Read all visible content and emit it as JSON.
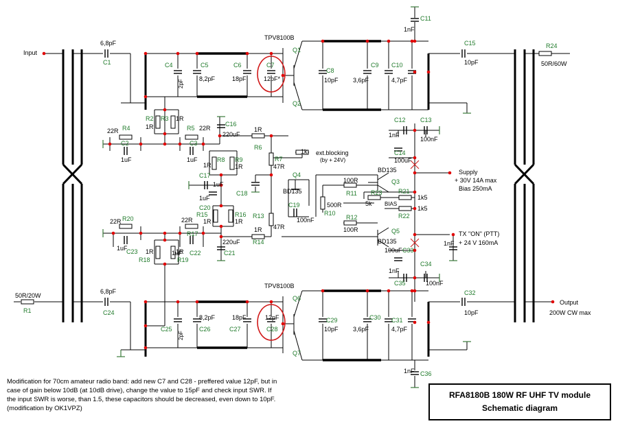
{
  "io": {
    "input": "Input",
    "output": "Output",
    "output_rating": "200W CW max",
    "supply": "Supply",
    "supply_spec1": "+ 30V 14A max",
    "supply_spec2": "Bias 250mA",
    "tx_on": "TX \"ON\" (PTT)",
    "tx_spec": "+ 24 V 160mA",
    "ext_blocking": "ext.blocking",
    "ext_blocking_spec": "(by + 24V)",
    "bias": "BIAS"
  },
  "transistors": {
    "top_part": "TPV8100B",
    "bottom_part": "TPV8100B",
    "q1": "Q1",
    "q2": "Q2",
    "q3": "Q3",
    "q4": "Q4",
    "q5": "Q5",
    "q6": "Q6",
    "q7": "Q7",
    "bd_top": "BD135",
    "bd_mid": "BD135",
    "bd_bot": "BD135"
  },
  "components": {
    "c1": "C1",
    "c1_val": "6,8pF",
    "c2": "C2",
    "c2_val": "1uF",
    "c3": "C3",
    "c3_val": "1uF",
    "c4": "C4",
    "c4_val": "2pF",
    "c5": "C5",
    "c5_val": "8,2pF",
    "c6": "C6",
    "c6_val": "18pF",
    "c7": "C7",
    "c7_val": "12pF*",
    "c8": "C8",
    "c8_val": "10pF",
    "c9": "C9",
    "c9_val": "3,6pF",
    "c10": "C10",
    "c10_val": "4,7pF",
    "c11": "C11",
    "c11_val": "1nF",
    "c12": "C12",
    "c12_val": "1nF",
    "c13": "C13",
    "c13_val": "100nF",
    "c14": "C14",
    "c14_val": "100uF",
    "c15": "C15",
    "c15_val": "10pF",
    "c16": "C16",
    "c16_val": "220uF",
    "c17": "C17",
    "c17_val": "1uF",
    "c18": "C18",
    "c19": "C19",
    "c19_val": "100nF",
    "c20": "C20",
    "c20_val": "1uF",
    "c21": "C21",
    "c21_val": "220uF",
    "c22": "C22",
    "c22_val": "1uF",
    "c23": "C23",
    "c23_val": "1uF",
    "c24": "C24",
    "c24_val": "6,8pF",
    "c25": "C25",
    "c25_val": "2pF",
    "c26": "C26",
    "c26_val": "8,2pF",
    "c27": "C27",
    "c27_val": "18pF",
    "c28": "C28",
    "c28_val": "12pF",
    "c29": "C29",
    "c29_val": "10pF",
    "c30": "C30",
    "c30_val": "3,6pF",
    "c31": "C31",
    "c31_val": "4,7pF",
    "c32": "C32",
    "c32_val": "10pF",
    "c33": "C33",
    "c33_val": "100uF",
    "c34": "C34",
    "c34_val": "100nF",
    "c35": "C35",
    "c35_val": "1nF",
    "c36": "C36",
    "c36_val": "1nF",
    "c_tx": "1nF",
    "r1": "R1",
    "r1_val": "50R/20W",
    "r2": "R2",
    "r2_val": "1R",
    "r3": "R3",
    "r3_val": "1R",
    "r4": "R4",
    "r4_val": "22R",
    "r5": "R5",
    "r5_val": "22R",
    "r6": "R6",
    "r6_val": "1R",
    "r7": "R7",
    "r7_val": "47R",
    "r8": "R8",
    "r8_val": "1R",
    "r9": "R9",
    "r9_val": "1R",
    "r10": "R10",
    "r10_val": "500R",
    "r11": "R11",
    "r11_val": "100R",
    "r12": "R12",
    "r12_val": "100R",
    "r13": "R13",
    "r13_val": "47R",
    "r14": "R14",
    "r14_val": "1R",
    "r15": "R15",
    "r15_val": "1R",
    "r16": "R16",
    "r16_val": "1R",
    "r17": "R17",
    "r17_val": "22R",
    "r18": "R18",
    "r18_val": "1R",
    "r19": "R19",
    "r19_val": "1R",
    "r20": "R20",
    "r20_val": "22R",
    "r21": "R21",
    "r21_val": "1k5",
    "r22": "R22",
    "r22_val": "1k5",
    "r23": "R23",
    "r23_val": "5k",
    "r24": "R24",
    "r24_val": "50R/60W",
    "r_ext": "1k"
  },
  "note": {
    "line1": "Modification for 70cm amateur radio band: add new C7 and C28 - preffered value 12pF, but in",
    "line2": "case of gain below 10dB (at 10dB drive), change the value to 15pF and check input SWR. If",
    "line3": "the input SWR is worse, than 1.5, these capacitors should be decreased, even down to 10pF.",
    "line4": "(modification by OK1VPZ)"
  },
  "title": {
    "line1": "RFA8180B 180W RF UHF TV module",
    "line2": "Schematic diagram"
  },
  "colors": {
    "wire": "#000000",
    "label_green": "#1f7a2a",
    "junction": "#e00000",
    "highlight": "#d01818",
    "ground": "#3a7a3a"
  }
}
